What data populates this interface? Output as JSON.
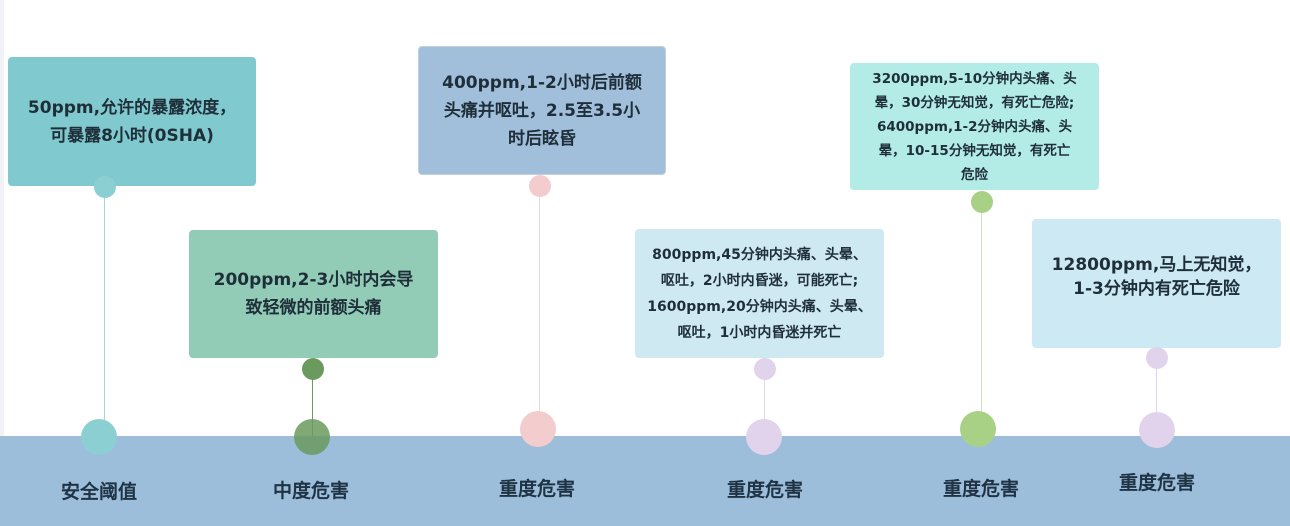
{
  "stages": [
    {
      "label": "安全阈值",
      "text": "50ppm,允许的暴露浓度，\n可暴露8小时(0SHA)",
      "color": "#80c9cf",
      "dot_color": "#8ccfd3"
    },
    {
      "label": "中度危害",
      "text": "200ppm,2-3小时内会导\n致轻微的前额头痛",
      "color": "#92cbb6",
      "dot_color": "#6a9a5e"
    },
    {
      "label": "重度危害",
      "text": "400ppm,1-2小时后前额\n头痛并呕吐，2.5至3.5小\n时后眩昏",
      "color": "#a1bedb",
      "dot_color": "#f3cccd"
    },
    {
      "label": "重度危害",
      "text": "800ppm,45分钟内头痛、头晕、\n呕吐，2小时内昏迷，可能死亡;\n1600ppm,20分钟内头痛、头晕、\n呕吐，1小时内昏迷并死亡",
      "color": "#cfe9f3",
      "dot_color": "#e2d3ec"
    },
    {
      "label": "重度危害",
      "text": "3200ppm,5-10分钟内头痛、头\n晕，30分钟无知觉，有死亡危险;\n6400ppm,1-2分钟内头痛、头\n晕，10-15分钟无知觉，有死亡\n危险",
      "color": "#b3ece6",
      "dot_color": "#a8d185"
    },
    {
      "label": "重度危害",
      "text": "12800ppm,马上无知觉，\n1-3分钟内有死亡危险",
      "color": "#cde9f3",
      "dot_color": "#e2d3ec"
    }
  ]
}
